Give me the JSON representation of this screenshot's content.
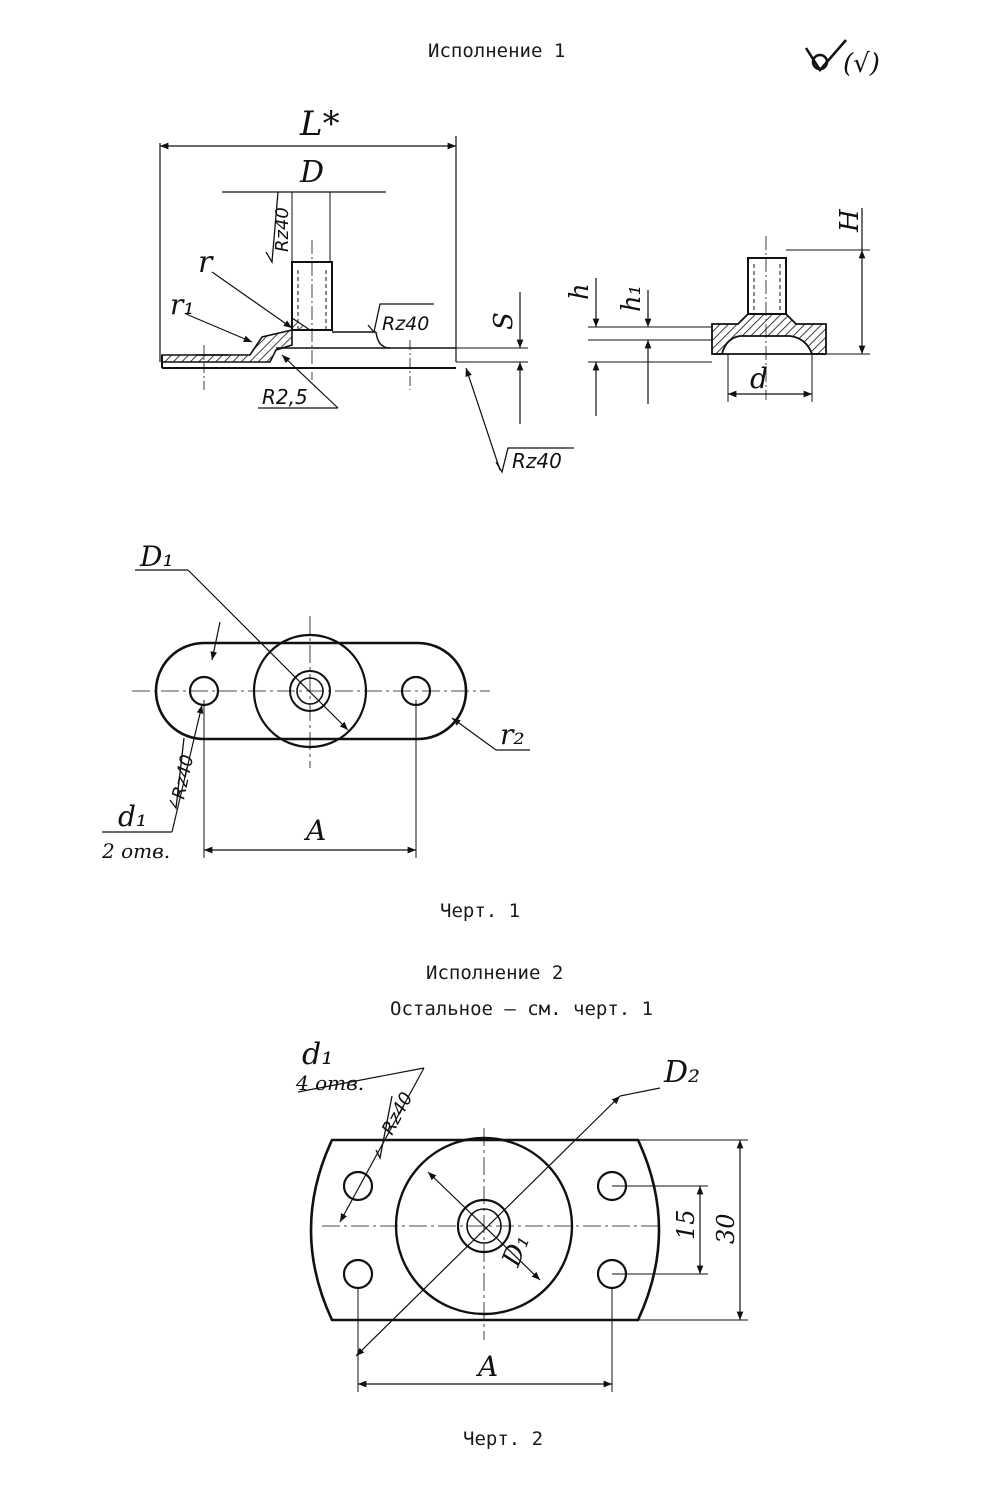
{
  "captions": {
    "variant1": "Исполнение 1",
    "drawing1": "Черт. 1",
    "variant2": "Исполнение 2",
    "rest_note": "Остальное – см. черт. 1",
    "drawing2": "Черт. 2"
  },
  "roughness_symbol": {
    "label": "(√)"
  },
  "drawing1_labels": {
    "L": "L*",
    "D": "D",
    "Rz40": "Rz40",
    "r": "r",
    "r1": "r₁",
    "R25": "R2,5",
    "S": "S",
    "h": "h",
    "h1": "h₁",
    "H": "H",
    "d": "d",
    "D1": "D₁",
    "r2": "r₂",
    "d1": "d₁",
    "holes": "2 отв.",
    "A": "A"
  },
  "drawing2_labels": {
    "d1": "d₁",
    "holes": "4 отв.",
    "Rz40": "Rz40",
    "D2": "D₂",
    "D1": "D₁",
    "dim15": "15",
    "dim30": "30",
    "A": "A"
  }
}
